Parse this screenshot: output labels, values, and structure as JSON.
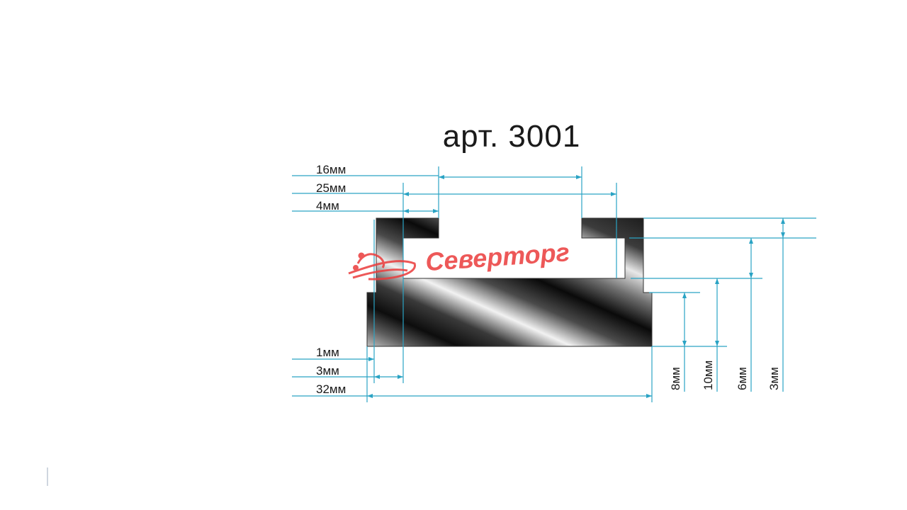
{
  "title": "арт. 3001",
  "logo": {
    "text": "Северторг",
    "color": "#ea3c3c",
    "icon": "crab-swoosh-icon"
  },
  "dimensions": {
    "top": [
      "16мм",
      "25мм",
      "4мм"
    ],
    "bottom": [
      "1мм",
      "3мм",
      "32мм"
    ],
    "right": [
      "8мм",
      "10мм",
      "6мм",
      "3мм"
    ]
  },
  "colors": {
    "dimension_line": "#2aa3c4",
    "profile_dark": "#0d0d0d",
    "profile_light": "#f2f2f2"
  }
}
